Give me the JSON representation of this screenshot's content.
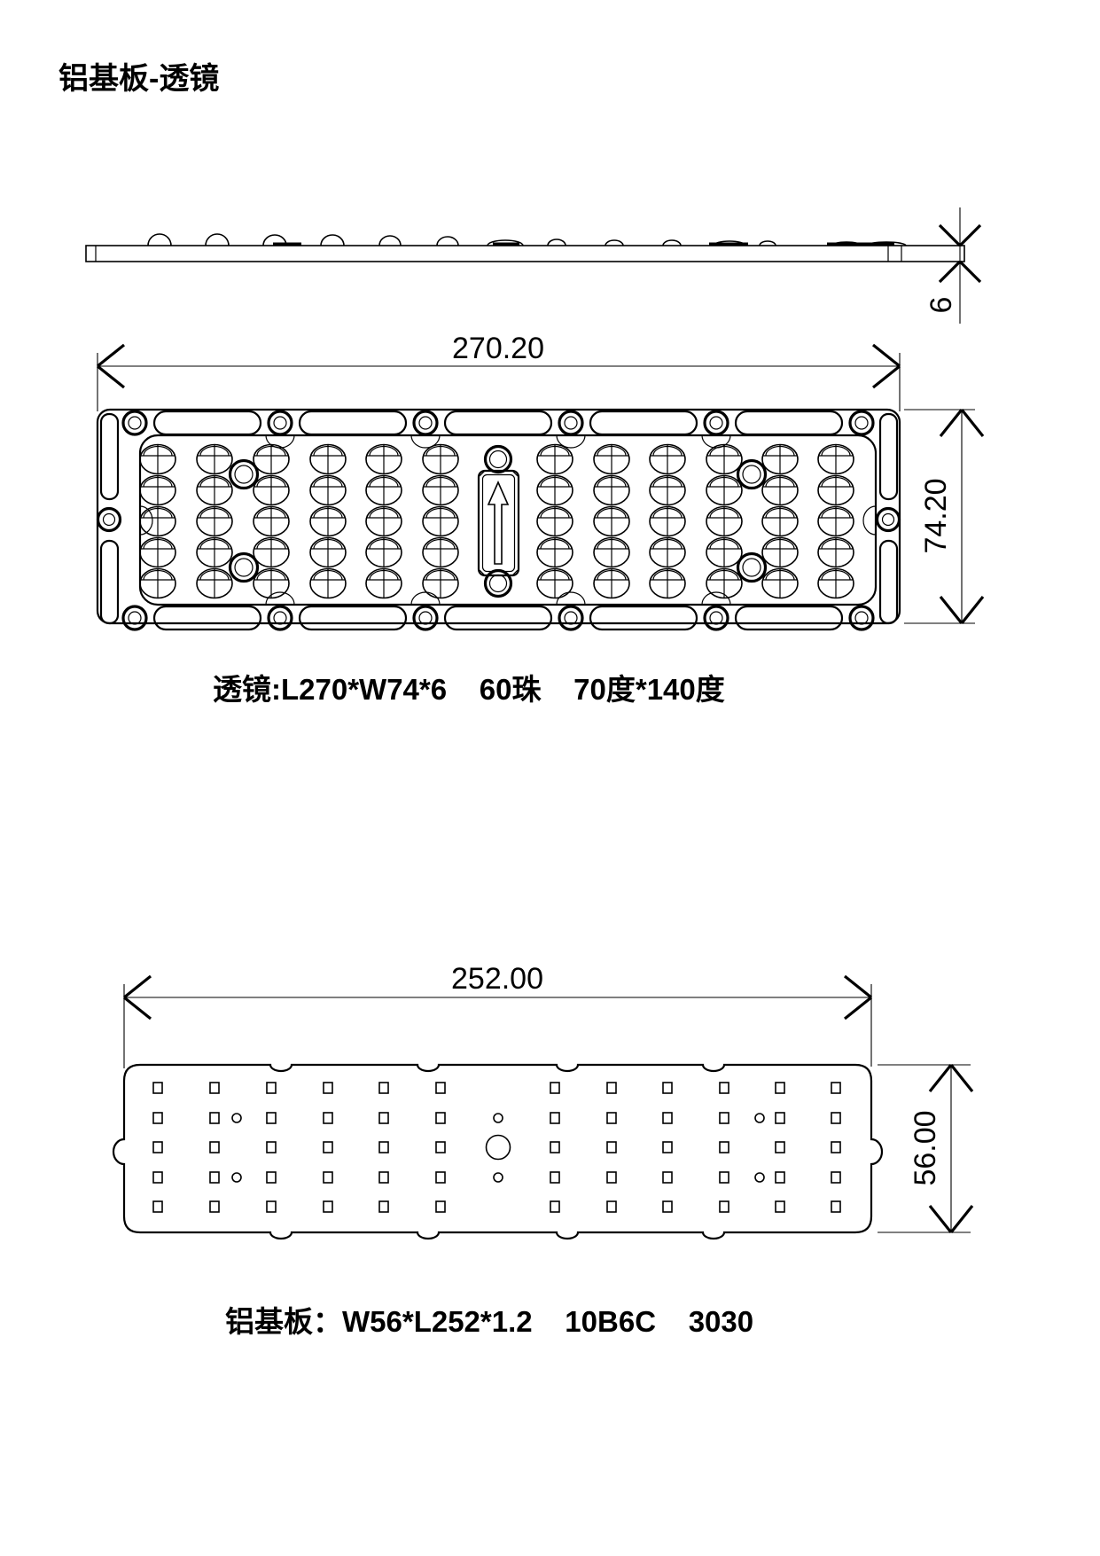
{
  "title": "铝基板-透镜",
  "side_view": {
    "thickness": "6"
  },
  "lens_view": {
    "width": "270.20",
    "height": "74.20",
    "caption": "透镜:L270*W74*6    60珠    70度*140度",
    "beads": 60,
    "grid_cols": 12,
    "grid_rows": 5
  },
  "pcb_view": {
    "width": "252.00",
    "height": "56.00",
    "caption": "铝基板：W56*L252*1.2    10B6C    3030",
    "grid_cols": 12,
    "grid_rows": 5
  },
  "colors": {
    "line": "#000000",
    "background": "#ffffff"
  }
}
